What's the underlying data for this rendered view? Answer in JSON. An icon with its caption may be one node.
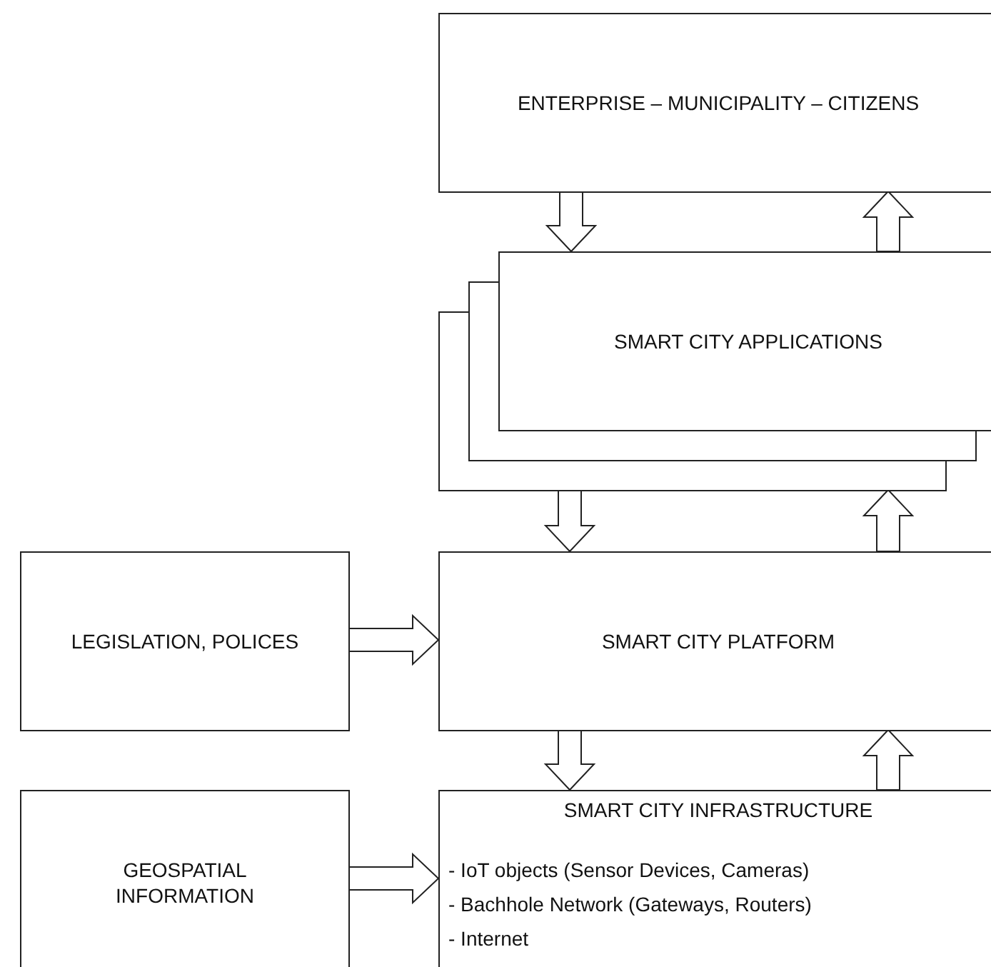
{
  "diagram": {
    "nodes": [
      {
        "text": [
          "ENTERPRISE – MUNICIPALITY – CITIZENS"
        ]
      },
      {
        "text": [
          "SMART CITY APPLICATIONS"
        ]
      },
      {
        "text": [
          "LEGISLATION, POLICES"
        ]
      },
      {
        "text": [
          "SMART CITY PLATFORM"
        ]
      },
      {
        "text": [
          "GEOSPATIAL INFORMATION"
        ]
      },
      {
        "text": [
          "SMART CITY INFRASTRUCTURE",
          "- IoT objects (Sensor Devices, Cameras)",
          "- Bachhole Network (Gateways, Routers)",
          "- Internet"
        ]
      }
    ],
    "edges": [
      {
        "from": 0,
        "to": 1,
        "arrow": "to"
      },
      {
        "from": 1,
        "to": 0,
        "arrow": "to"
      },
      {
        "from": 1,
        "to": 3,
        "arrow": "to"
      },
      {
        "from": 3,
        "to": 1,
        "arrow": "to"
      },
      {
        "from": 2,
        "to": 3,
        "arrow": "to"
      },
      {
        "from": 3,
        "to": 5,
        "arrow": "to"
      },
      {
        "from": 5,
        "to": 3,
        "arrow": "to"
      },
      {
        "from": 4,
        "to": 5,
        "arrow": "to"
      }
    ]
  }
}
